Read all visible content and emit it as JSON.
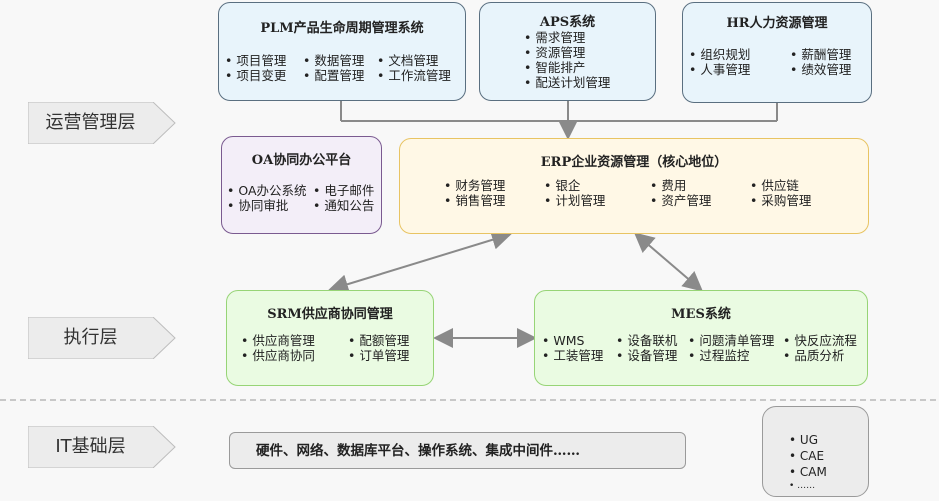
{
  "layers": {
    "operations": "运营管理层",
    "execution": "执行层",
    "it": "IT基础层"
  },
  "plm": {
    "title": "PLM产品生命周期管理系统",
    "items": [
      "项目管理",
      "数据管理",
      "文档管理",
      "项目变更",
      "配置管理",
      "工作流管理"
    ]
  },
  "aps": {
    "title": "APS系统",
    "items": [
      "需求管理",
      "资源管理",
      "智能排产",
      "配送计划管理"
    ]
  },
  "hr": {
    "title": "HR人力资源管理",
    "items": [
      "组织规划",
      "薪酬管理",
      "人事管理",
      "绩效管理"
    ]
  },
  "oa": {
    "title": "OA协同办公平台",
    "items": [
      "OA办公系统",
      "电子邮件",
      "协同审批",
      "通知公告"
    ]
  },
  "erp": {
    "title": "ERP企业资源管理（核心地位）",
    "items": [
      "财务管理",
      "银企",
      "费用",
      "供应链",
      "销售管理",
      "计划管理",
      "资产管理",
      "采购管理"
    ]
  },
  "srm": {
    "title": "SRM供应商协同管理",
    "items": [
      "供应商管理",
      "配额管理",
      "供应商协同",
      "订单管理"
    ]
  },
  "mes": {
    "title": "MES系统",
    "items": [
      "WMS",
      "设备联机",
      "问题清单管理",
      "快反应流程",
      "工装管理",
      "设备管理",
      "过程监控",
      "品质分析"
    ]
  },
  "infra": {
    "text": "硬件、网络、数据库平台、操作系统、集成中间件……"
  },
  "tools": {
    "items": [
      "UG",
      "CAE",
      "CAM",
      "……"
    ]
  },
  "colors": {
    "blue_fill": "#e8f4fb",
    "yellow_fill": "#fff8e6",
    "green_fill": "#eafbe2",
    "purple_fill": "#f3eef8",
    "arrow": "#8a8a8a"
  }
}
